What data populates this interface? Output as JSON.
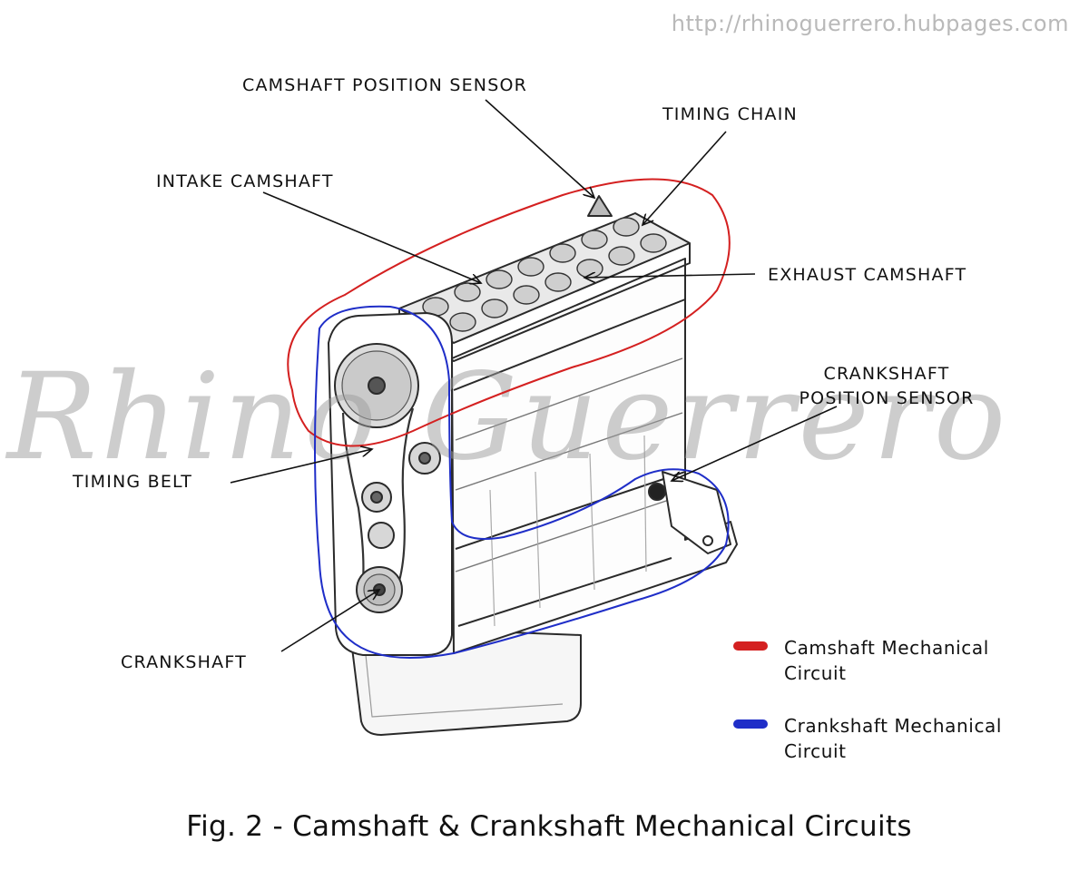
{
  "source_url": "http://rhinoguerrero.hubpages.com",
  "watermark": "Rhino Guerrero",
  "labels": {
    "camshaft_position_sensor": "CAMSHAFT POSITION SENSOR",
    "timing_chain": "TIMING CHAIN",
    "intake_camshaft": "INTAKE CAMSHAFT",
    "exhaust_camshaft": "EXHAUST CAMSHAFT",
    "crankshaft_position_sensor_line1": "CRANKSHAFT",
    "crankshaft_position_sensor_line2": "POSITION SENSOR",
    "timing_belt": "TIMING BELT",
    "crankshaft": "CRANKSHAFT"
  },
  "legend": {
    "camshaft": {
      "label": "Camshaft Mechanical Circuit",
      "color": "#d42020"
    },
    "crankshaft": {
      "label": "Crankshaft Mechanical Circuit",
      "color": "#1f2ec8"
    }
  },
  "caption": "Fig. 2 - Camshaft & Crankshaft Mechanical Circuits"
}
